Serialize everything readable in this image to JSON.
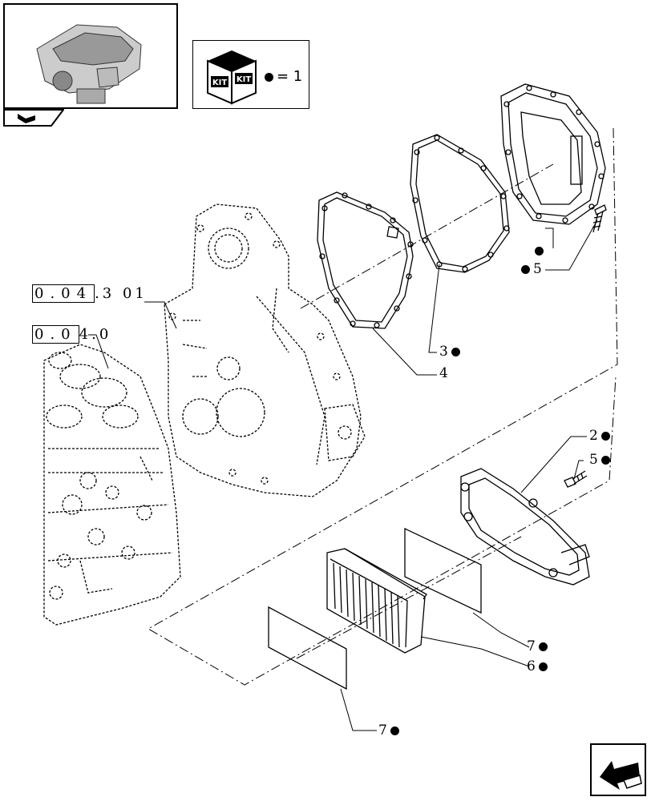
{
  "kit_legend": {
    "kit_label_left": "KIT",
    "kit_label_right": "KIT",
    "equals": "= 1"
  },
  "references": {
    "ref1": {
      "boxed": "0.04",
      "rest": ".3 01"
    },
    "ref2": {
      "boxed": "0.0",
      "rest": "4.0"
    }
  },
  "callouts": [
    {
      "id": "c1",
      "text": "5",
      "dot": "before"
    },
    {
      "id": "c2",
      "text": "",
      "dot": "only"
    },
    {
      "id": "c3",
      "text": "3",
      "dot": "after"
    },
    {
      "id": "c4",
      "text": "4",
      "dot": "none"
    },
    {
      "id": "c5",
      "text": "2",
      "dot": "after"
    },
    {
      "id": "c6",
      "text": "5",
      "dot": "after"
    },
    {
      "id": "c7",
      "text": "7",
      "dot": "after"
    },
    {
      "id": "c8",
      "text": "6",
      "dot": "after"
    },
    {
      "id": "c9",
      "text": "7",
      "dot": "after"
    }
  ]
}
